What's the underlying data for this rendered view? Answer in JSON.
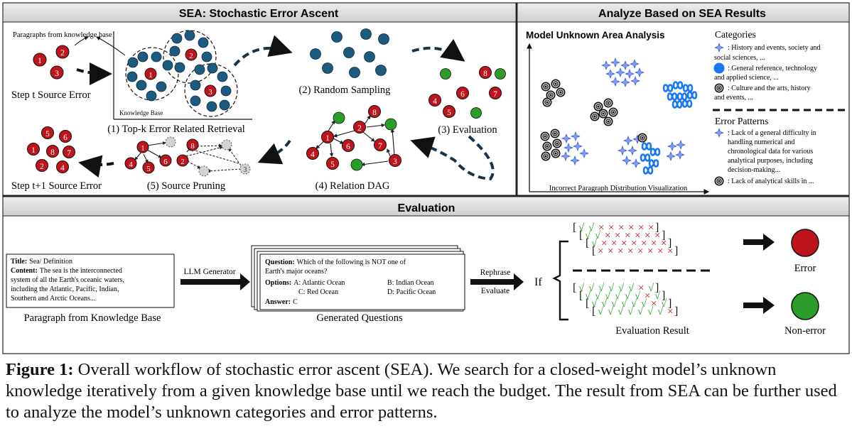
{
  "sea": {
    "title": "SEA: Stochastic Error Ascent",
    "kb_paragraphs_label": "Paragraphs from knowledge base",
    "kb_axis_label": "Knowledge Base",
    "step_t_label": "Step t Source Error",
    "retrieval_label": "(1) Top-k Error Related Retrieval",
    "sampling_label": "(2) Random Sampling",
    "evaluation_label": "(3) Evaluation",
    "dag_label": "(4) Relation DAG",
    "pruning_label": "(5) Source Pruning",
    "step_t1_label": "Step t+1 Source Error"
  },
  "analyze": {
    "title": "Analyze Based on SEA Results",
    "plot_title": "Model Unknown Area Analysis",
    "plot_xlabel": "Incorrect Paragraph Distribution Visualization",
    "categories_title": "Categories",
    "categories": [
      {
        "icon": "claude-logo-icon",
        "lines": [
          ": History and events, society and",
          "social sciences, ..."
        ]
      },
      {
        "icon": "meta-logo-icon",
        "lines": [
          ": General reference, technology",
          "and applied science, ..."
        ]
      },
      {
        "icon": "openai-logo-icon",
        "lines": [
          ": Culture and the arts, history",
          "and events, ..."
        ]
      }
    ],
    "patterns_title": "Error Patterns",
    "patterns": [
      {
        "icon": "claude-logo-icon",
        "lines": [
          ": Lack of a general difficulty in",
          "handling numerical and",
          "chronological data for various",
          "analytical purposes, including",
          "decision-making..."
        ]
      },
      {
        "icon": "openai-logo-icon",
        "lines": [
          ": Lack of analytical skills in ..."
        ]
      }
    ]
  },
  "evaluation": {
    "title": "Evaluation",
    "para_title_key": "Title:",
    "para_title_val": "Sea/ Definition",
    "para_content_key": "Content:",
    "para_content_lines": [
      "The sea is the interconnected",
      "system of all the Earth's oceanic waters,",
      "including the Atlantic, Pacific, Indian,",
      "Southern and Arctic Oceans..."
    ],
    "para_caption": "Paragraph from Knowledge Base",
    "llm_label": "LLM Generator",
    "q_key": "Question:",
    "q_lines": [
      "Which of the following is NOT one of",
      "Earth's major oceans?"
    ],
    "options_key": "Options:",
    "opt_a": "A: Atlantic Ocean",
    "opt_b": "B: Indian Ocean",
    "opt_c": "C: Red Ocean",
    "opt_d": "D: Pacific Ocean",
    "answer_key": "Answer:",
    "answer_val": "C",
    "questions_caption": "Generated Questions",
    "rephrase_label": "Rephrase",
    "evaluate_label": "Evaluate",
    "if_label": "If",
    "result_caption": "Evaluation Result",
    "error_label": "Error",
    "nonerror_label": "Non-error"
  },
  "caption": {
    "label": "Figure 1:",
    "text": " Overall workflow of stochastic error ascent (SEA). We search for a closed-weight model’s unknown knowledge iteratively from a given knowledge base until we reach the budget. The result from SEA can be further used to analyze the model’s unknown categories and error patterns."
  },
  "nodes": {
    "n1": "1",
    "n2": "2",
    "n3": "3",
    "n4": "4",
    "n5": "5",
    "n6": "6",
    "n7": "7",
    "n8": "8"
  },
  "symbols": {
    "check": "√",
    "cross": "×",
    "lbr": "[",
    "rbr": "]"
  },
  "colors": {
    "error_red": "#c0141c",
    "kb_blue": "#1d5a80",
    "ok_green": "#2a9d2a",
    "grey_node": "#d3d3d3",
    "claude_blue": "#4a6fd8",
    "meta_blue": "#1877f2",
    "openai_black": "#111111"
  }
}
